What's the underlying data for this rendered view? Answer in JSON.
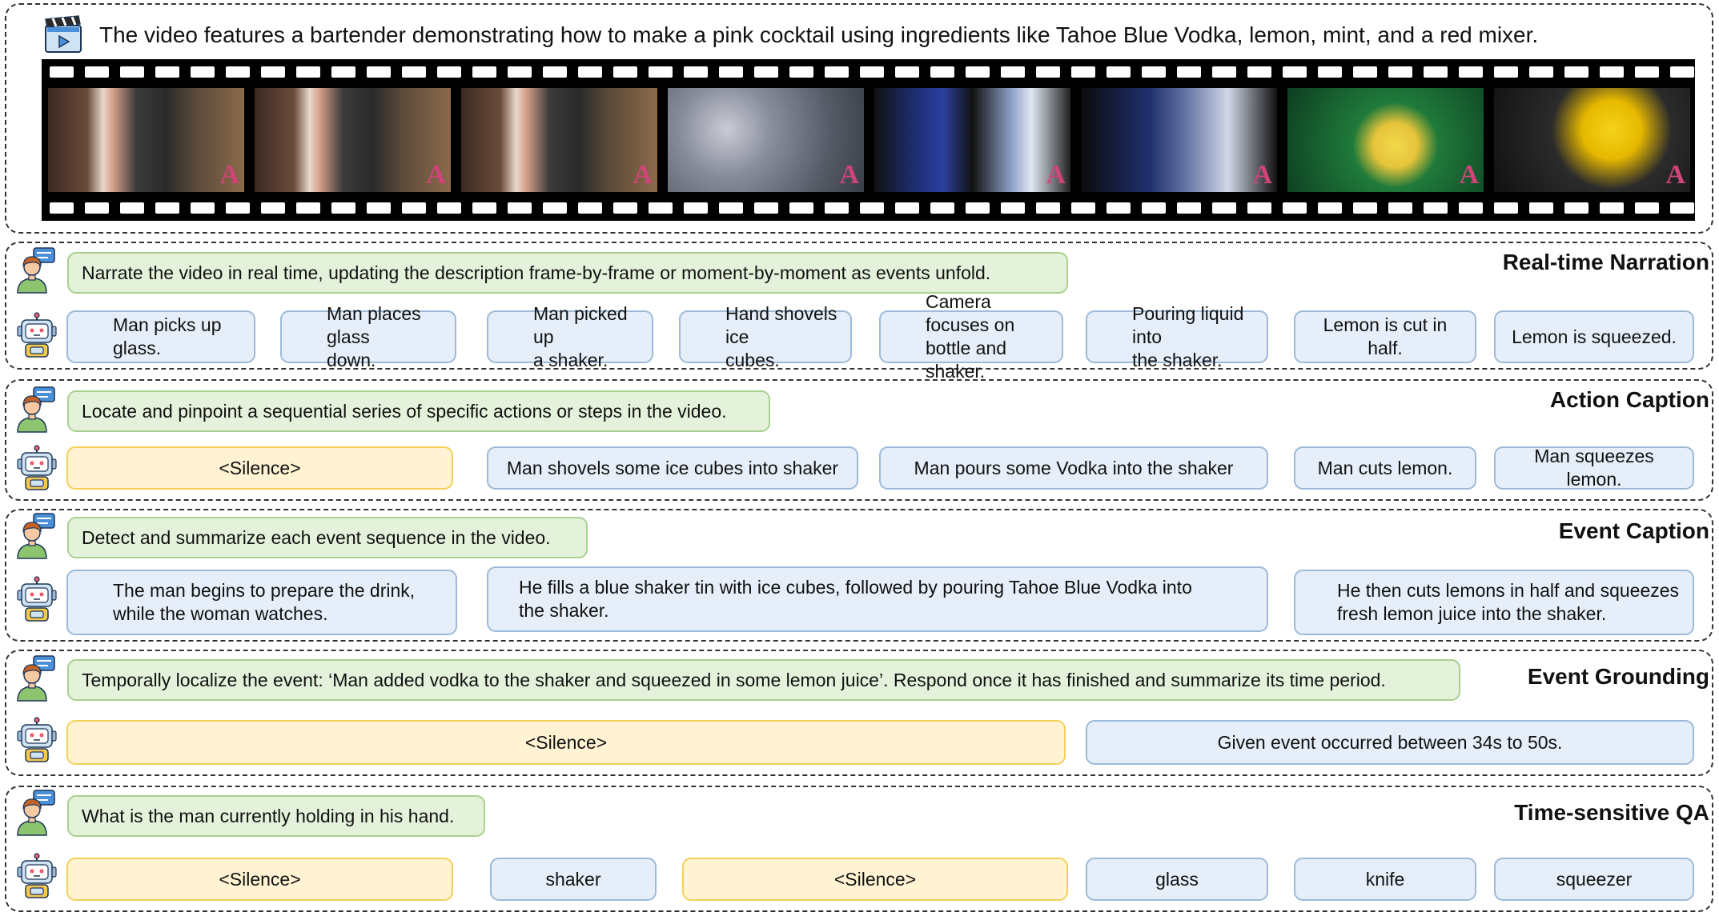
{
  "header": {
    "description": "The video features a bartender demonstrating how to make a pink cocktail using ingredients like Tahoe Blue Vodka, lemon, mint, and a red mixer.",
    "icon": "clapperboard-video-icon"
  },
  "film_frames": [
    {
      "scene": "bartender-and-woman"
    },
    {
      "scene": "bartender-and-woman"
    },
    {
      "scene": "bartender-and-woman"
    },
    {
      "scene": "ice-cubes"
    },
    {
      "scene": "shaker-and-vodka-bottle"
    },
    {
      "scene": "pouring-vodka"
    },
    {
      "scene": "cutting-lemon"
    },
    {
      "scene": "squeezing-lemon"
    }
  ],
  "frame_watermark": "A",
  "icons": {
    "user": "user-chat-icon",
    "robot": "robot-icon"
  },
  "colors": {
    "prompt_bg": "#e5f2db",
    "answer_bg": "#e6eef9",
    "silence_bg": "#fff3d3"
  },
  "tasks": {
    "narration": {
      "title": "Real-time Narration",
      "prompt": "Narrate the video in real time, updating the description frame-by-frame or moment-by-moment as events unfold.",
      "answers": [
        {
          "line1": "Man picks up",
          "line2": "glass."
        },
        {
          "line1": "Man places glass",
          "line2": "down."
        },
        {
          "line1": "Man picked up",
          "line2": "a shaker."
        },
        {
          "line1": "Hand shovels ice",
          "line2": "cubes."
        },
        {
          "line1": "Camera focuses on",
          "line2": "bottle and shaker."
        },
        {
          "line1": "Pouring liquid into",
          "line2": "the shaker."
        },
        {
          "line1": "Lemon is cut in half.",
          "line2": ""
        },
        {
          "line1": "Lemon is squeezed.",
          "line2": ""
        }
      ]
    },
    "action": {
      "title": "Action Caption",
      "prompt": "Locate and pinpoint a sequential series of specific actions or steps in the video.",
      "answers": [
        "<Silence>",
        "Man shovels some ice cubes into shaker",
        "Man pours some Vodka into the shaker",
        "Man cuts lemon.",
        "Man squeezes lemon."
      ]
    },
    "event": {
      "title": "Event Caption",
      "prompt": "Detect and summarize each event sequence in the video.",
      "answers": [
        {
          "line1": "The man begins to prepare the drink,",
          "line2": "while the woman watches."
        },
        {
          "line1": "He fills a blue shaker tin with ice cubes, followed by pouring Tahoe Blue Vodka into",
          "line2": "the shaker."
        },
        {
          "line1": "He then cuts lemons in half and squeezes",
          "line2": "fresh lemon juice into the shaker."
        }
      ]
    },
    "grounding": {
      "title": "Event Grounding",
      "prompt": "Temporally localize the event: ‘Man added vodka to the shaker and squeezed in some lemon juice’. Respond once it has finished and summarize its time period.",
      "answers": [
        "<Silence>",
        "Given event occurred between 34s to 50s."
      ]
    },
    "qa": {
      "title": "Time-sensitive QA",
      "prompt": "What is the man currently holding in his hand.",
      "answers": [
        "<Silence>",
        "shaker",
        "<Silence>",
        "glass",
        "knife",
        "squeezer"
      ]
    }
  }
}
